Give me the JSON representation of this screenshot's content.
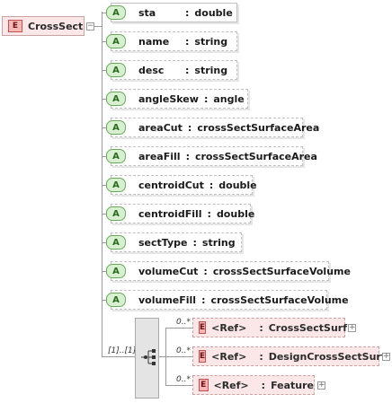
{
  "root": {
    "badge": "E",
    "name": "CrossSect"
  },
  "attributes": [
    {
      "badge": "A",
      "name": "sta",
      "type": "double"
    },
    {
      "badge": "A",
      "name": "name",
      "type": "string"
    },
    {
      "badge": "A",
      "name": "desc",
      "type": "string"
    },
    {
      "badge": "A",
      "name": "angleSkew",
      "type": "angle"
    },
    {
      "badge": "A",
      "name": "areaCut",
      "type": "crossSectSurfaceArea"
    },
    {
      "badge": "A",
      "name": "areaFill",
      "type": "crossSectSurfaceArea"
    },
    {
      "badge": "A",
      "name": "centroidCut",
      "type": "double"
    },
    {
      "badge": "A",
      "name": "centroidFill",
      "type": "double"
    },
    {
      "badge": "A",
      "name": "sectType",
      "type": "string"
    },
    {
      "badge": "A",
      "name": "volumeCut",
      "type": "crossSectSurfaceVolume"
    },
    {
      "badge": "A",
      "name": "volumeFill",
      "type": "crossSectSurfaceVolume"
    }
  ],
  "sequence": {
    "cardinality": "[1]..[1]"
  },
  "children": [
    {
      "badge": "E",
      "ref": "<Ref>",
      "name": "CrossSectSurf",
      "cardinality": "0..*"
    },
    {
      "badge": "E",
      "ref": "<Ref>",
      "name": "DesignCrossSectSurf",
      "cardinality": "0..*"
    },
    {
      "badge": "E",
      "ref": "<Ref>",
      "name": "Feature",
      "cardinality": "0..*"
    }
  ],
  "separator": ":"
}
